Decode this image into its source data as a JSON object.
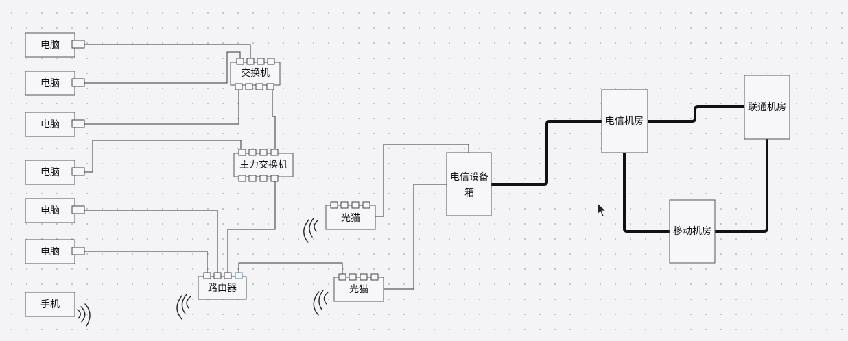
{
  "labels": {
    "pc1": "电脑",
    "pc2": "电脑",
    "pc3": "电脑",
    "pc4": "电脑",
    "pc5": "电脑",
    "pc6": "电脑",
    "phone": "手机",
    "switch": "交换机",
    "main_switch": "主力交换机",
    "router": "路由器",
    "modem1": "光猫",
    "modem2": "光猫",
    "telecom_box_line1": "电信设备",
    "telecom_box_line2": "箱",
    "telecom_room": "电信机房",
    "unicom_room": "联通机房",
    "mobile_room": "移动机房"
  },
  "colors": {
    "background": "#f4f4f6",
    "box_stroke": "#555555",
    "line": "#333333",
    "backbone": "#111111",
    "highlight_port": "#4a7fc0"
  },
  "icons": [
    "wifi-icon",
    "cursor-icon"
  ]
}
